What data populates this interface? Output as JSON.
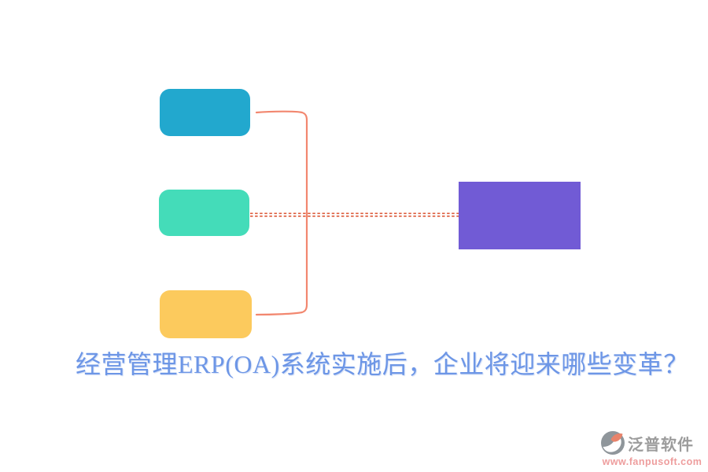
{
  "page": {
    "background_color": "#ffffff"
  },
  "title": {
    "text": "经营管理ERP(OA)系统实施后，企业将迎来哪些变革？",
    "color": "#6D96E6"
  },
  "diagram": {
    "nodes": [
      {
        "id": "top-item",
        "color": "#22A8CE"
      },
      {
        "id": "middle-item",
        "color": "#44DCB9"
      },
      {
        "id": "bottom-item",
        "color": "#FCCA5D"
      },
      {
        "id": "result-item",
        "color": "#715BD5"
      }
    ],
    "connectors": {
      "bracket_color": "#F2876F",
      "dashed_color": "#DC5B3B"
    }
  },
  "watermark": {
    "brand": "泛普软件",
    "url": "www.fanpusoft.com",
    "brand_color": "#9C9C9C",
    "url_color": "#EE9D9D",
    "logo_gray": "#8F969B",
    "logo_accent": "#E8836B"
  }
}
